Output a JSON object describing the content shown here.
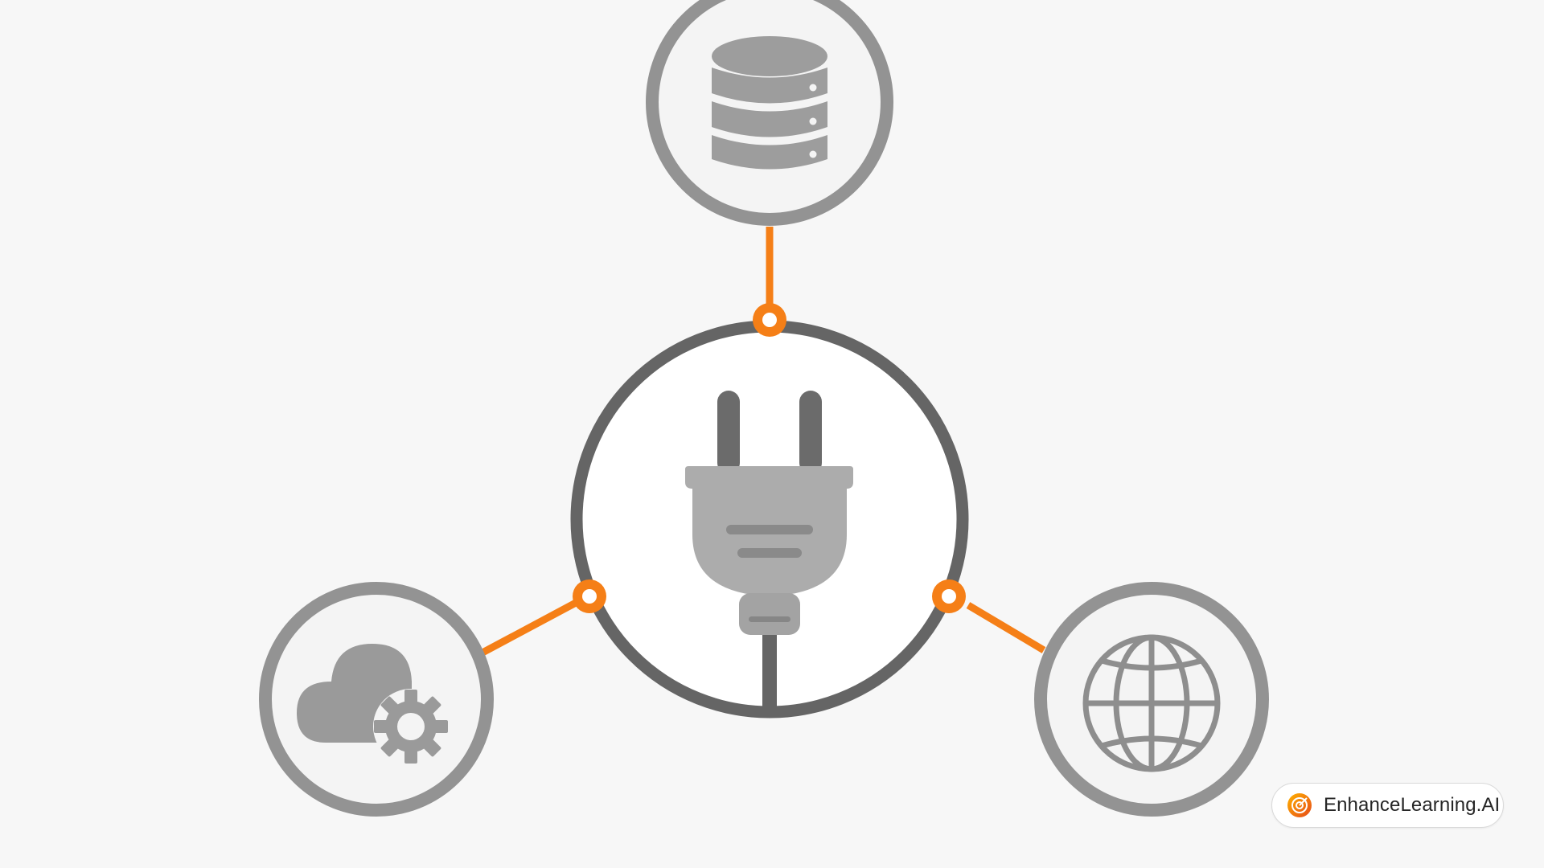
{
  "colors": {
    "accent": "#f57f17",
    "ring_dark": "#656565",
    "ring_light": "#939393",
    "icon_fill": "#9a9a9a",
    "node_fill": "#f4f4f4",
    "background": "#f7f7f7"
  },
  "diagram": {
    "center_node": {
      "icon": "plug-icon"
    },
    "satellite_nodes": [
      {
        "id": "database",
        "icon": "database-icon"
      },
      {
        "id": "cloud-settings",
        "icon": "cloud-gear-icon"
      },
      {
        "id": "web",
        "icon": "globe-icon"
      }
    ]
  },
  "badge": {
    "text": "EnhanceLearning.AI",
    "icon": "target-logo-icon"
  }
}
